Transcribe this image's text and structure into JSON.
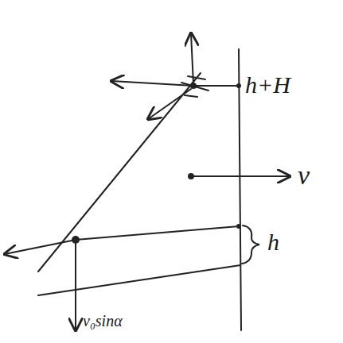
{
  "diagram": {
    "labels": [
      "h+H",
      "v",
      "h",
      "v₀sinα"
    ]
  }
}
